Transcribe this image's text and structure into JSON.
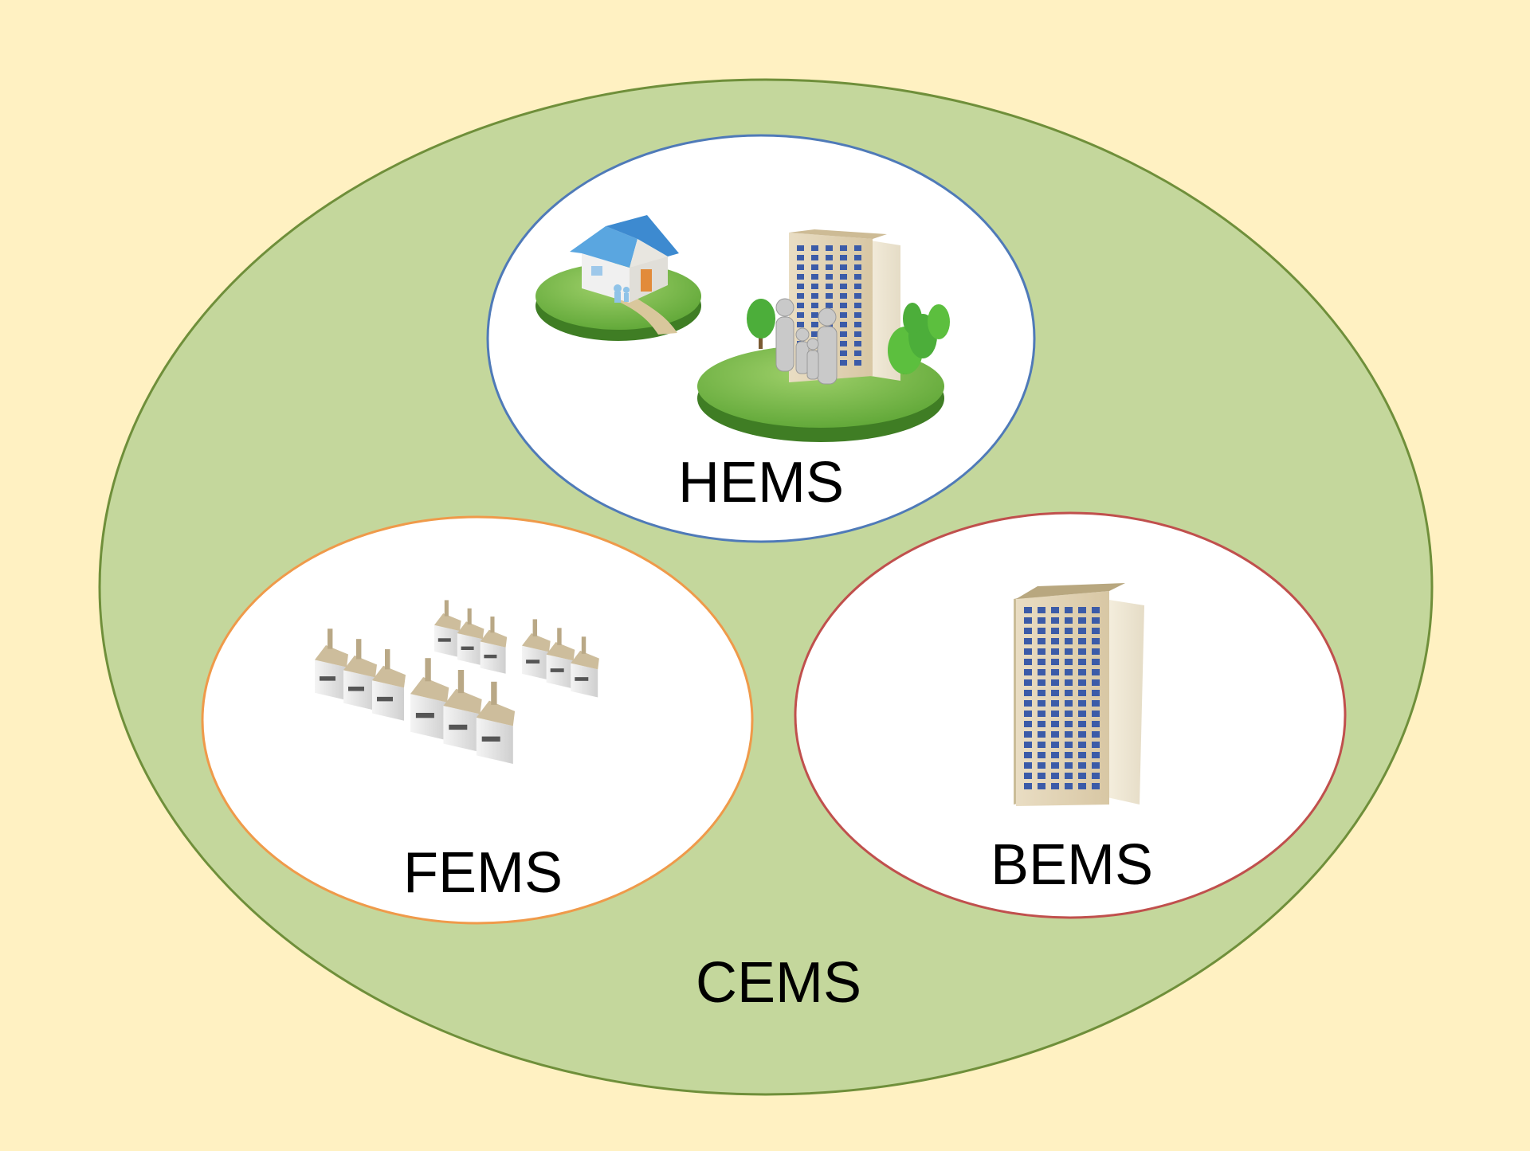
{
  "colors": {
    "background": "#fff1c2",
    "outer_fill": "#c4d79c",
    "outer_stroke": "#6f8f3a",
    "hems_stroke": "#4f7ab8",
    "fems_stroke": "#ef9a4a",
    "bems_stroke": "#c0504d",
    "inner_fill": "#ffffff"
  },
  "diagram": {
    "outer_label": "CEMS",
    "groups": [
      {
        "id": "hems",
        "label": "HEMS",
        "icons": [
          "house-icon",
          "apartment-family-icon"
        ]
      },
      {
        "id": "fems",
        "label": "FEMS",
        "icons": [
          "factory-group-icon"
        ]
      },
      {
        "id": "bems",
        "label": "BEMS",
        "icons": [
          "office-building-icon"
        ]
      }
    ]
  }
}
